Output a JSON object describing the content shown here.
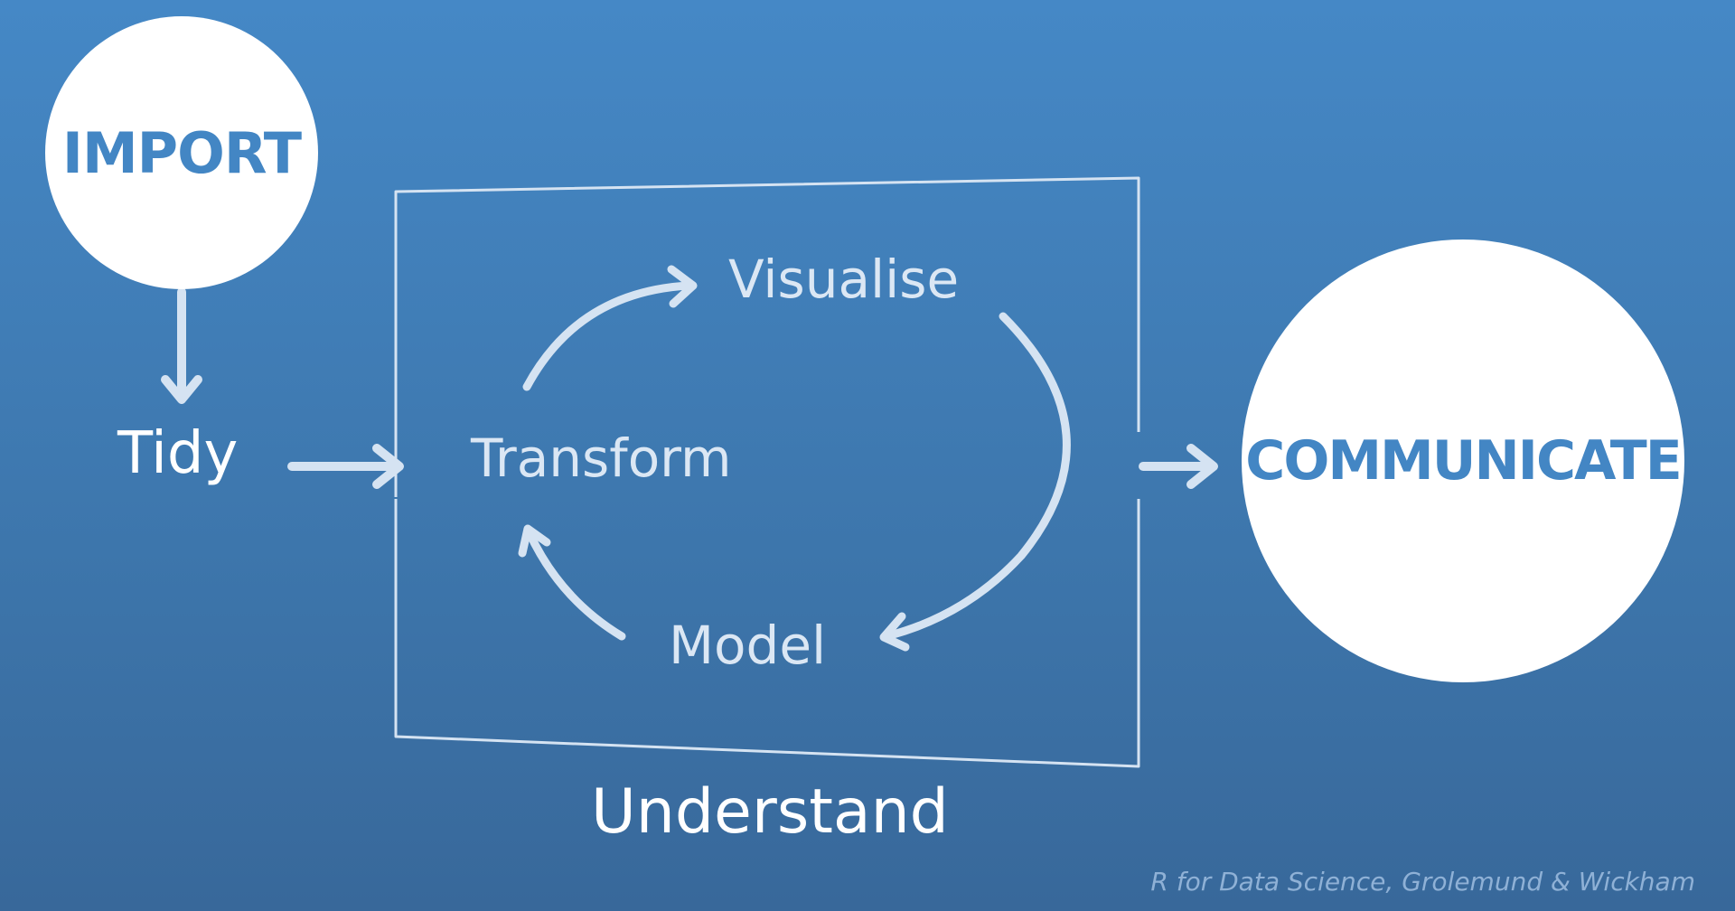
{
  "diagram": {
    "nodes": {
      "import": "IMPORT",
      "tidy": "Tidy",
      "visualise": "Visualise",
      "transform": "Transform",
      "model": "Model",
      "communicate": "COMMUNICATE"
    },
    "group_label": "Understand",
    "credit": "R for Data Science, Grolemund & Wickham"
  },
  "colors": {
    "background": "#4185c4",
    "circle_fill": "#ffffff",
    "circle_text": "#4386c4",
    "line": "#d5e3f2"
  }
}
